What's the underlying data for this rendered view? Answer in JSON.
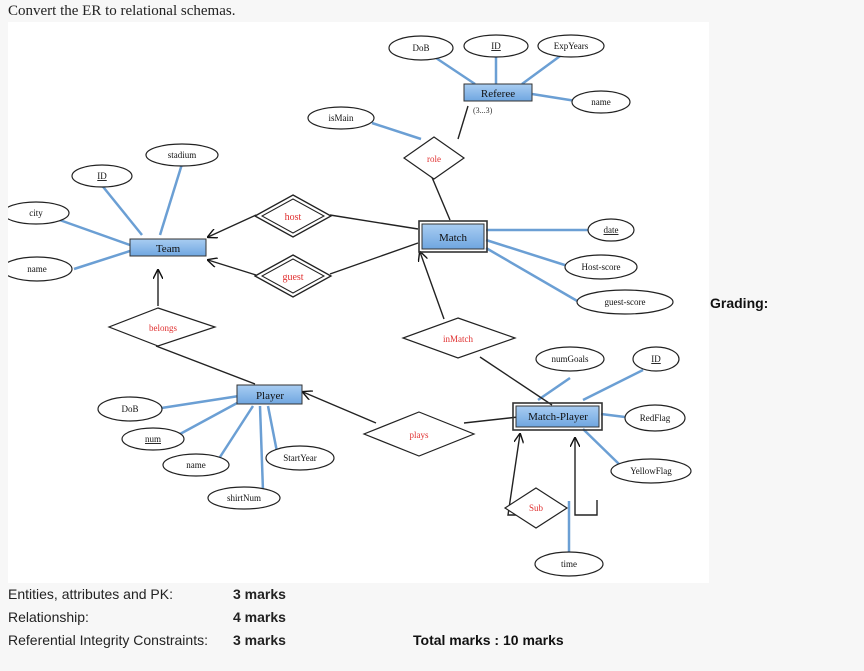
{
  "question": "Convert the ER to relational schemas.",
  "diagram": {
    "entities": {
      "team": "Team",
      "match": "Match",
      "referee": "Referee",
      "player": "Player",
      "match_player": "Match-Player"
    },
    "referee_cardinality": "(3...3)",
    "relationships": {
      "host": "host",
      "guest": "guest",
      "role": "role",
      "belongs": "belongs",
      "inmatch": "inMatch",
      "plays": "plays",
      "sub": "Sub"
    },
    "attributes": {
      "referee_dob": "DoB",
      "referee_id": "ID",
      "referee_expyears": "ExpYears",
      "referee_name": "name",
      "role_ismain": "isMain",
      "team_stadium": "stadium",
      "team_id": "ID",
      "team_city": "city",
      "team_name": "name",
      "match_date": "date",
      "match_hostscore": "Host-score",
      "match_guestscore": "guest-score",
      "mp_numgoals": "numGoals",
      "mp_id": "ID",
      "mp_redflag": "RedFlag",
      "mp_yellowflag": "YellowFlag",
      "player_dob": "DoB",
      "player_num": "num",
      "player_name": "name",
      "player_startyear": "StartYear",
      "player_shirtnum": "shirtNum",
      "sub_time": "time"
    }
  },
  "grading": {
    "label": "Grading:",
    "rows": [
      {
        "label": "Entities, attributes and PK:",
        "marks": "3 marks"
      },
      {
        "label": "Relationship:",
        "marks": "4 marks"
      },
      {
        "label": "Referential Integrity Constraints:",
        "marks": "3 marks"
      }
    ],
    "total": "Total marks : 10 marks"
  }
}
